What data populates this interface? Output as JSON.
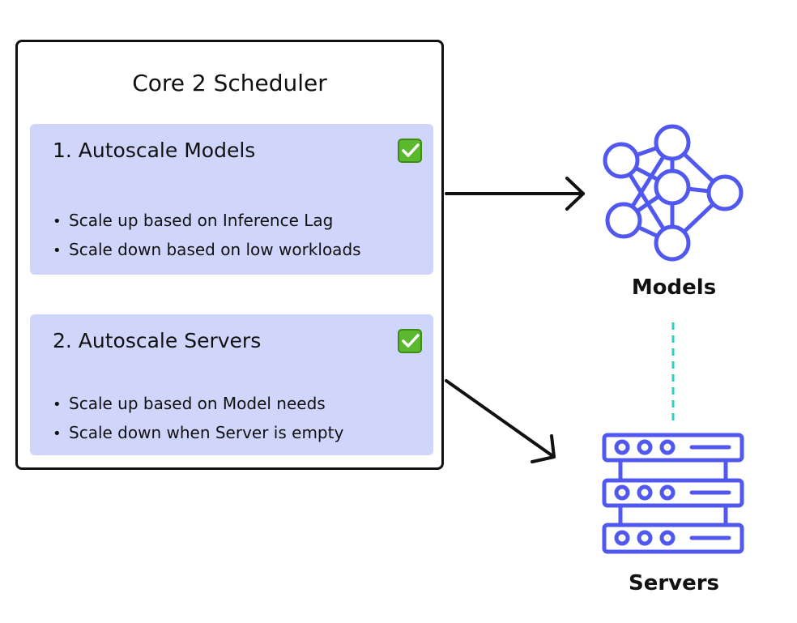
{
  "scheduler": {
    "title": "Core 2 Scheduler",
    "panels": [
      {
        "title": "1. Autoscale Models",
        "bullets": [
          "Scale up based on Inference Lag",
          "Scale down based on low workloads"
        ]
      },
      {
        "title": "2. Autoscale Servers",
        "bullets": [
          "Scale up based on Model needs",
          "Scale down when Server is empty"
        ]
      }
    ]
  },
  "targets": {
    "models_label": "Models",
    "servers_label": "Servers"
  },
  "colors": {
    "icon_stroke": "#5058f0",
    "panel_fill": "#d0d6fb",
    "dashed_link": "#2ecfc0",
    "check_green": "#5cb82e"
  },
  "icons": {
    "models": "neural-network-icon",
    "servers": "server-rack-icon",
    "panel_status": "check-mark-icon"
  }
}
